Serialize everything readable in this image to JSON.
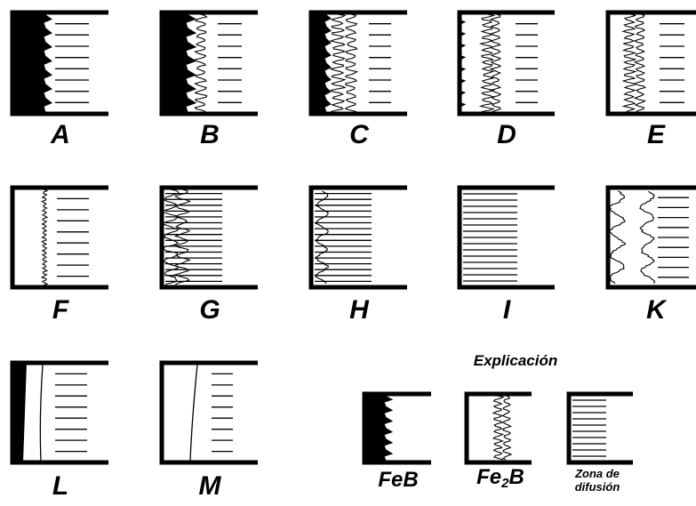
{
  "panels": [
    {
      "label": "A"
    },
    {
      "label": "B"
    },
    {
      "label": "C"
    },
    {
      "label": "D"
    },
    {
      "label": "E"
    },
    {
      "label": "F"
    },
    {
      "label": "G"
    },
    {
      "label": "H"
    },
    {
      "label": "I"
    },
    {
      "label": "K"
    },
    {
      "label": "L"
    },
    {
      "label": "M"
    }
  ],
  "legend": {
    "title": "Explicación",
    "feb": "FeB",
    "fe2b_main": "Fe",
    "fe2b_sub": "2",
    "fe2b_tail": "B",
    "diffusion_line1": "Zona de",
    "diffusion_line2": "difusión"
  }
}
